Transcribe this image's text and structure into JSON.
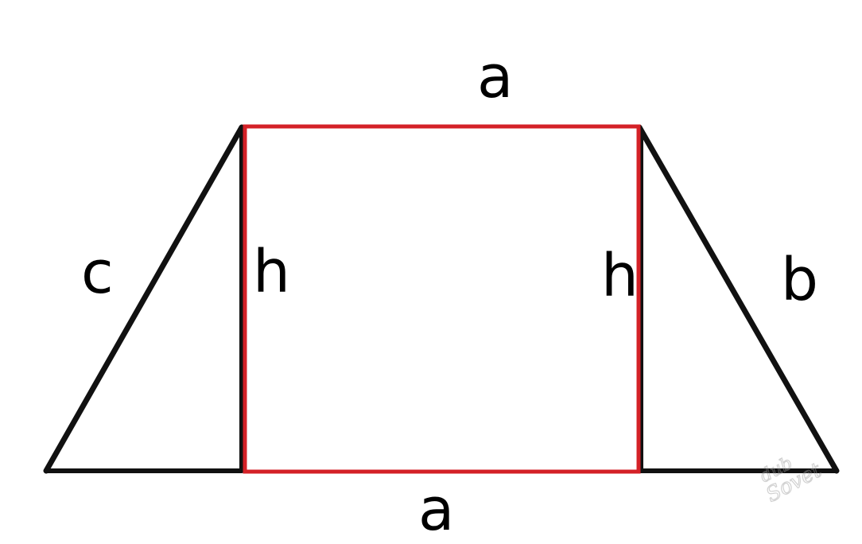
{
  "labels": {
    "top_base": "a",
    "bottom_base": "a",
    "left_side": "c",
    "right_side": "b",
    "left_height": "h",
    "right_height": "h"
  },
  "colors": {
    "outline": "#111111",
    "rectangle": "#d42127",
    "text": "#000000"
  },
  "watermark": {
    "text": "dub Sovet"
  }
}
